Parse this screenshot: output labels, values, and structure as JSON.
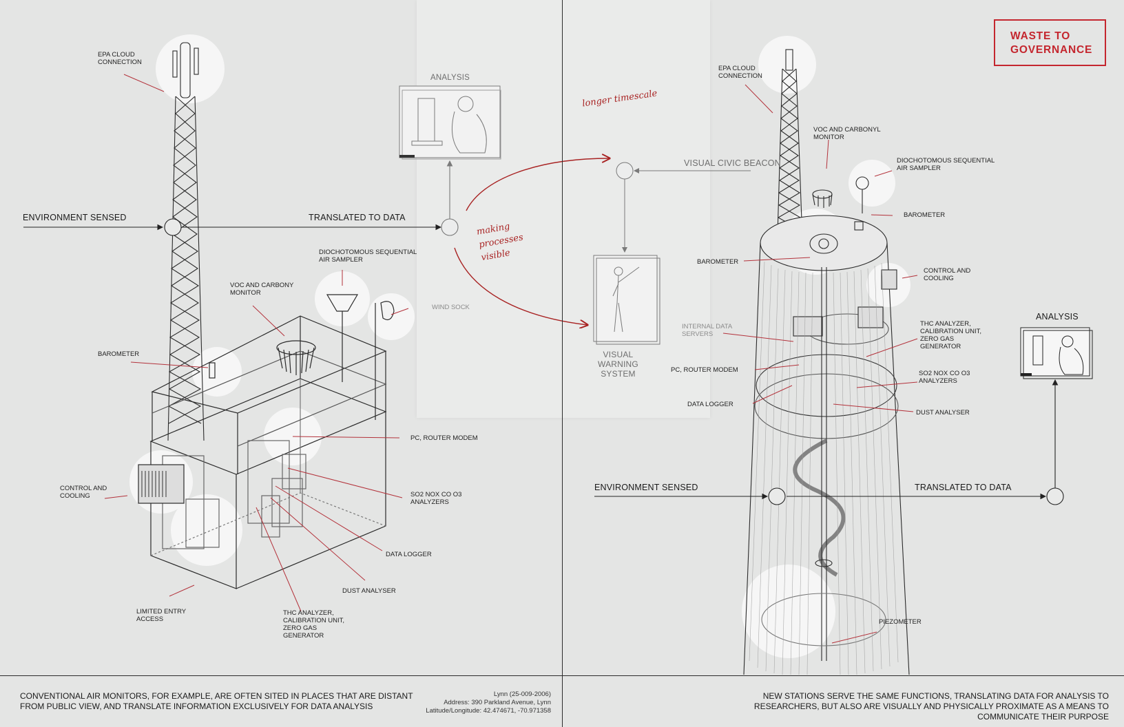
{
  "logo": {
    "line1": "WASTE      TO",
    "line2": "GOVERNANCE"
  },
  "left": {
    "flow": {
      "sensed": "ENVIRONMENT SENSED",
      "translated": "TRANSLATED TO DATA",
      "analysis": "ANALYSIS",
      "wind_sock": "WIND SOCK"
    },
    "labels": {
      "epa": "EPA CLOUD\nCONNECTION",
      "sampler": "DIOCHOTOMOUS SEQUENTIAL\nAIR SAMPLER",
      "voc": "VOC AND CARBONY\nMONITOR",
      "barometer": "BAROMETER",
      "pc_router": "PC, ROUTER MODEM",
      "control": "CONTROL AND\nCOOLING",
      "so2": "SO2 NOx CO O3\nANALYZERS",
      "data_logger": "DATA LOGGER",
      "dust": "DUST ANALYSER",
      "limited": "LIMITED ENTRY\nACCESS",
      "thc": "THC ANALYZER,\nCALIBRATION UNIT,\nZERO GAS\nGENERATOR"
    },
    "caption": "CONVENTIONAL AIR MONITORS, FOR EXAMPLE, ARE OFTEN SITED IN PLACES THAT ARE DISTANT\nFROM PUBLIC VIEW, AND TRANSLATE INFORMATION EXCLUSIVELY FOR DATA ANALYSIS",
    "address": {
      "line1": "Lynn (25-009-2006)",
      "line2": "Address: 390 Parkland Avenue, Lynn",
      "line3": "Latitude/Longitude: 42.474671, -70.971358"
    }
  },
  "middle": {
    "beacon": "VISUAL CIVIC BEACON",
    "warning": "VISUAL\nWARNING\nSYSTEM",
    "note_timescale": "longer timescale",
    "note_process": "making\nprocesses\nvisible"
  },
  "right": {
    "flow": {
      "sensed": "ENVIRONMENT SENSED",
      "translated": "TRANSLATED TO DATA",
      "analysis": "ANALYSIS"
    },
    "labels": {
      "epa": "EPA CLOUD\nCONNECTION",
      "voc": "VOC AND CARBONYL\nMONITOR",
      "sampler": "DIOCHOTOMOUS SEQUENTIAL\nAIR SAMPLER",
      "barometer_top": "BAROMETER",
      "barometer": "BAROMETER",
      "control": "CONTROL AND\nCOOLING",
      "internal": "INTERNAL DATA\nSERVERS",
      "thc": "THC ANALYZER,\nCALIBRATION UNIT,\nZERO GAS\nGENERATOR",
      "pc_router": "PC, ROUTER MODEM",
      "so2": "SO2 NOx CO O3\nANALYZERS",
      "data_logger": "DATA LOGGER",
      "dust": "DUST ANALYSER",
      "piezometer": "PIEZOMETER"
    },
    "caption": "NEW STATIONS SERVE THE SAME FUNCTIONS, TRANSLATING DATA FOR ANALYSIS TO\nRESEARCHERS, BUT ALSO ARE VISUALLY AND PHYSICALLY PROXIMATE AS A MEANS TO\nCOMMUNICATE THEIR PURPOSE"
  },
  "colors": {
    "accent": "#c4262e",
    "annotation": "#a82222",
    "ink": "#1e1e1e",
    "paper": "#e4e5e4",
    "leader": "#b3313a"
  }
}
